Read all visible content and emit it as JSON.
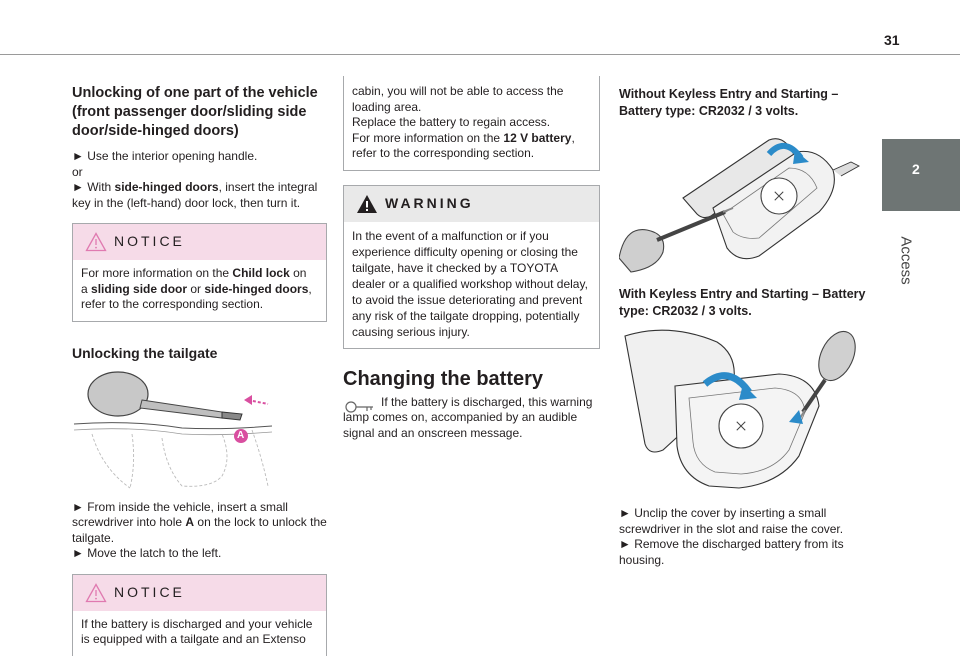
{
  "header": {
    "page_number": "31"
  },
  "side_tab": {
    "chapter_number": "2",
    "chapter_title": "Access"
  },
  "col1": {
    "title": "Unlocking of one part of the vehicle (front passenger door/sliding side door/side-hinged doors)",
    "step1": "► Use the interior opening handle.",
    "or": "or",
    "step2_a": "► With ",
    "step2_bold": "side-hinged doors",
    "step2_b": ", insert the integral key in the (left-hand) door lock, then turn it.",
    "notice1": {
      "label": "NOTICE",
      "text_a": "For more information on the ",
      "bold1": "Child lock",
      "text_b": " on a ",
      "bold2": "sliding side door",
      "text_c": " or ",
      "bold3": "side-hinged doors",
      "text_d": ", refer to the corresponding section."
    },
    "tailgate_title": "Unlocking the tailgate",
    "callout_a": "A",
    "tailgate_step1_a": "► From inside the vehicle, insert a small screwdriver into hole ",
    "tailgate_step1_bold": "A",
    "tailgate_step1_b": " on the lock to unlock the tailgate.",
    "tailgate_step2": "► Move the latch to the left.",
    "notice2": {
      "label": "NOTICE",
      "text": "If the battery is discharged and your vehicle is equipped with a tailgate and an Extenso"
    }
  },
  "col2": {
    "cont_line1": "cabin, you will not be able to access the loading area.",
    "cont_line2": "Replace the battery to regain access.",
    "cont_line3_a": "For more information on the ",
    "cont_line3_bold": "12 V battery",
    "cont_line3_b": ", refer to the corresponding section.",
    "warning": {
      "label": "WARNING",
      "text": "In the event of a malfunction or if you experience difficulty opening or closing the tailgate, have it checked by a TOYOTA dealer or a qualified workshop without delay, to avoid the issue deteriorating and prevent any risk of the tailgate dropping, potentially causing serious injury."
    },
    "battery_title": "Changing the battery",
    "battery_text": "If the battery is discharged, this warning lamp comes on, accompanied by an audible signal and an onscreen message."
  },
  "col3": {
    "heading1": "Without Keyless Entry and Starting – Battery type: CR2032 / 3 volts.",
    "heading2": "With Keyless Entry and Starting – Battery type: CR2032 / 3 volts.",
    "step1": "► Unclip the cover by inserting a small screwdriver in the slot and raise the cover.",
    "step2": "► Remove the discharged battery from its housing."
  },
  "colors": {
    "notice_bg": "#f6dbe8",
    "warning_bg": "#e9e9e9",
    "tab_bg": "#6e7574",
    "callout": "#d94fa0",
    "arrow": "#2b8bc9"
  }
}
